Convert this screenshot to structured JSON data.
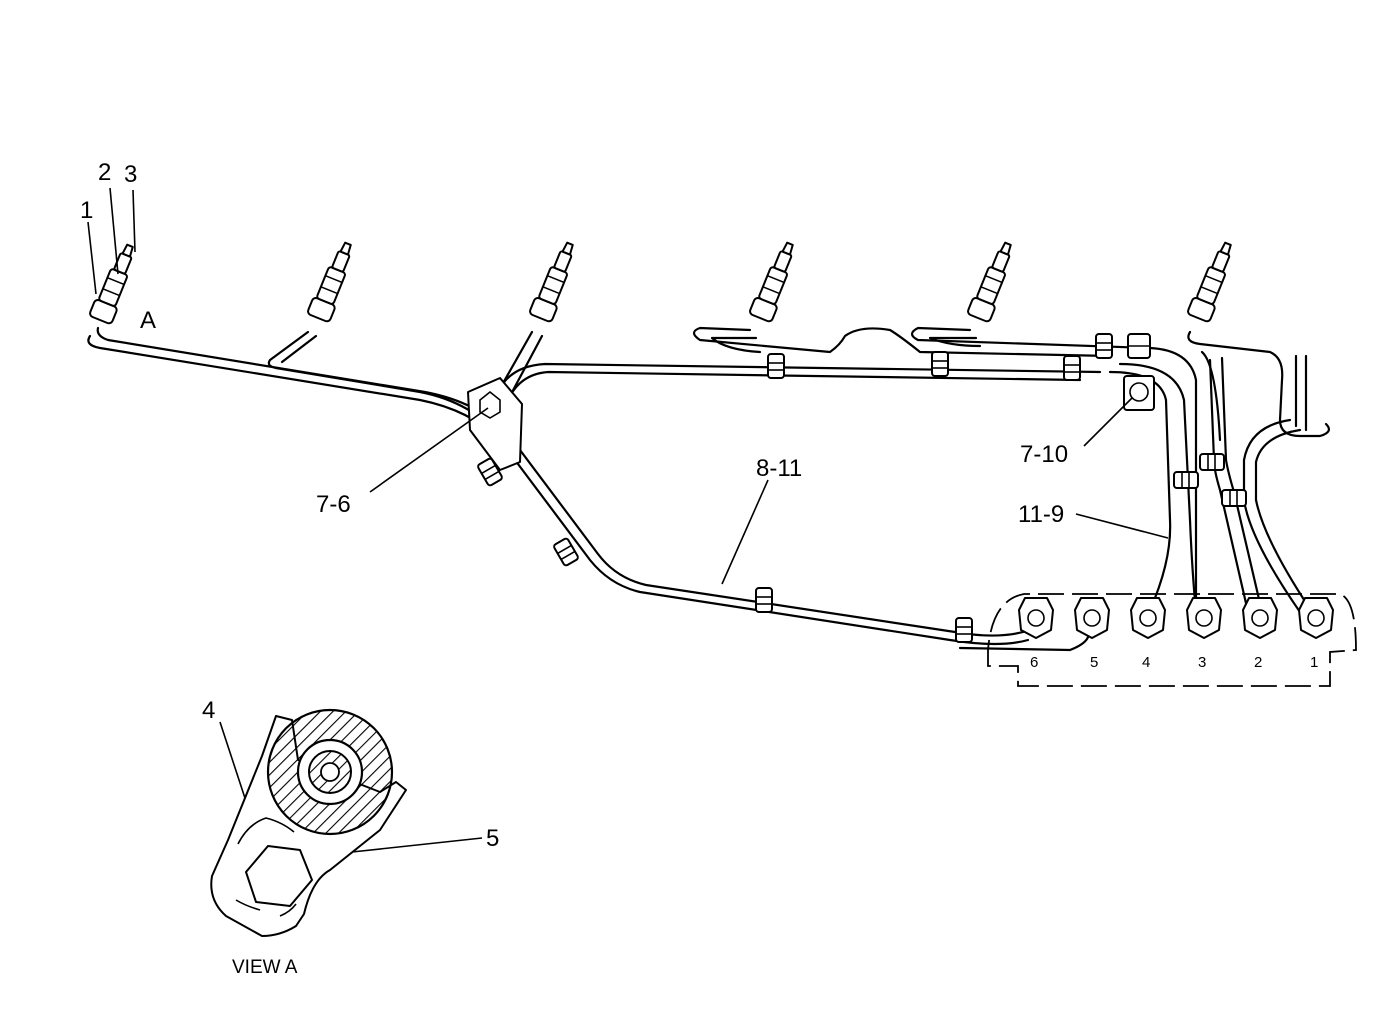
{
  "callouts": {
    "c1": "1",
    "c2": "2",
    "c3": "3",
    "a": "A",
    "c7_6": "7-6",
    "c8_11": "8-11",
    "c7_10": "7-10",
    "c11_9": "11-9",
    "c4": "4",
    "c5": "5"
  },
  "pump_ports": [
    "6",
    "5",
    "4",
    "3",
    "2",
    "1"
  ],
  "caption": "VIEW  A",
  "colors": {
    "line": "#000000",
    "background": "#ffffff"
  }
}
